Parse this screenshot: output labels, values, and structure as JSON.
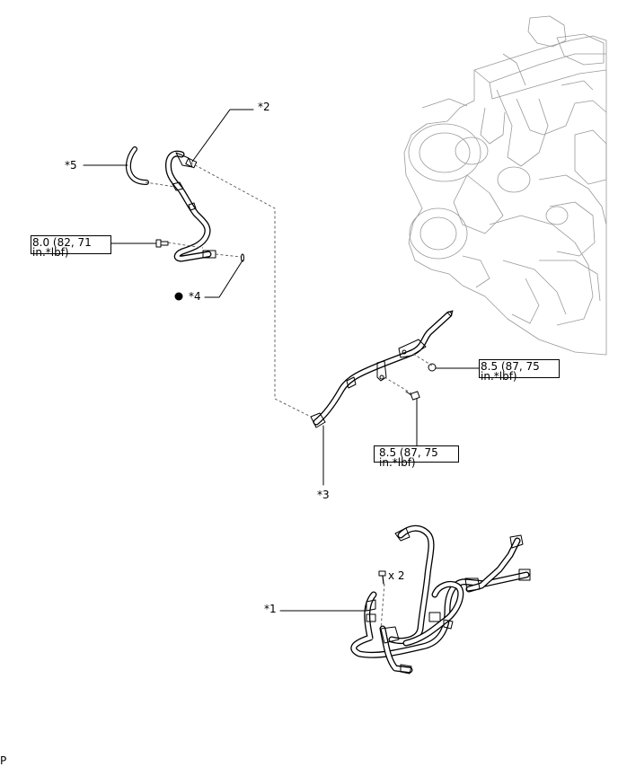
{
  "callouts": {
    "c1": "*1",
    "c2": "*2",
    "c3": "*3",
    "c4": "*4",
    "c5": "*5"
  },
  "torque_specs": {
    "t1": {
      "line1": "8.0 (82, 71",
      "line2": "in.*lbf)"
    },
    "t2": {
      "line1": "8.5 (87, 75",
      "line2": "in.*lbf)"
    },
    "t3": {
      "line1": "8.5 (87, 75",
      "line2": "in.*lbf)"
    }
  },
  "quantity": "x 2",
  "footer_code": "P",
  "icons": {
    "reuse_dot": "filled-circle-icon"
  }
}
